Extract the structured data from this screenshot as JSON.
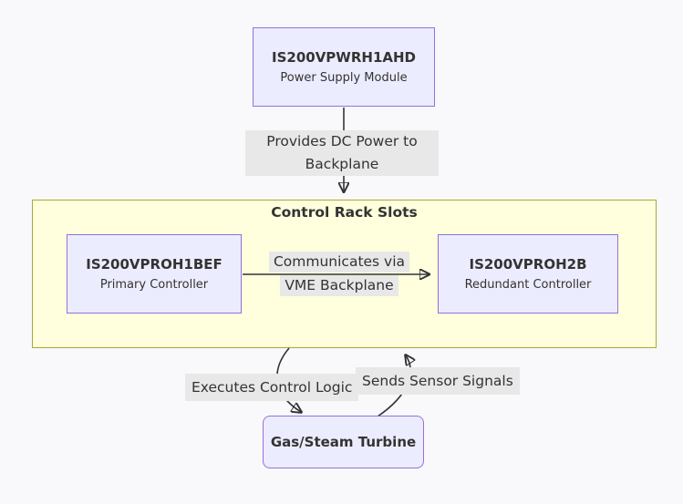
{
  "diagram": {
    "type": "flowchart",
    "background": "#F9F9FB",
    "cluster": {
      "title": "Control Rack Slots"
    },
    "nodes": {
      "power_supply": {
        "part_number": "IS200VPWRH1AHD",
        "role": "Power Supply Module"
      },
      "primary_controller": {
        "part_number": "IS200VPROH1BEF",
        "role": "Primary Controller"
      },
      "redundant_controller": {
        "part_number": "IS200VPROH2B",
        "role": "Redundant Controller"
      },
      "turbine": {
        "label": "Gas/Steam Turbine"
      }
    },
    "edges": {
      "power_to_rack": {
        "label": "Provides DC Power to Backplane",
        "line1": "Provides DC Power to",
        "line2": "Backplane"
      },
      "primary_to_redundant": {
        "label": "Communicates via VME Backplane",
        "line1": "Communicates via",
        "line2": "VME Backplane"
      },
      "rack_to_turbine": {
        "label": "Executes Control Logic"
      },
      "turbine_to_rack": {
        "label": "Sends Sensor Signals"
      }
    },
    "colors": {
      "node_fill": "#ECECFF",
      "node_border": "#9370DB",
      "cluster_fill": "#FFFFDE",
      "cluster_border": "#AAAA33",
      "edge_label_bg": "#E8E8E8",
      "arrow": "#333333",
      "text": "#333333",
      "background": "#F9F9FB"
    }
  }
}
